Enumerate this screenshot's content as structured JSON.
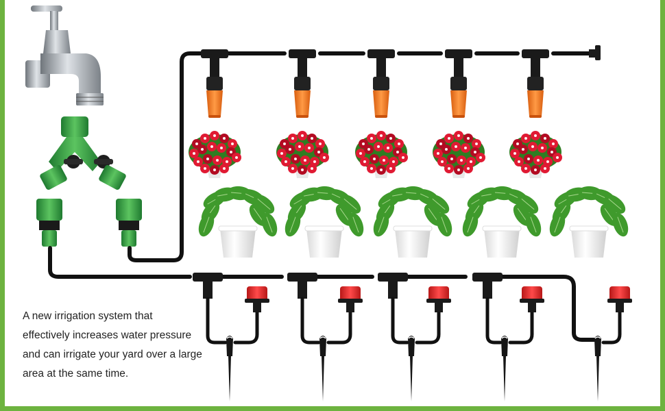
{
  "caption": {
    "lines": [
      "A new irrigation system that",
      "effectively increases water pressure",
      "and can irrigate your yard over a large",
      "area at the same time."
    ]
  },
  "colors": {
    "frame_border": "#6db33f",
    "tubing": "#111111",
    "mist_nozzle": "#f07a22",
    "dripper": "#e42a2a",
    "splitter": "#3aa14a",
    "faucet": "#a8adb3",
    "flower": "#d6102a",
    "leaf": "#3f9a2c",
    "pot": "#f4f4f4"
  },
  "icons": {
    "faucet": "faucet-icon",
    "splitter": "y-splitter-icon",
    "connector": "hose-connector-icon",
    "mist": "mist-nozzle-icon",
    "flower_pot": "flower-pot-icon",
    "green_plant": "green-plant-icon",
    "dripper": "dripper-icon",
    "stake": "ground-stake-icon",
    "tee": "tee-connector-icon",
    "end_plug": "end-plug-icon"
  },
  "counts": {
    "mist_nozzles": 5,
    "flower_pots": 5,
    "green_plants": 5,
    "drippers": 5,
    "stakes": 5
  }
}
